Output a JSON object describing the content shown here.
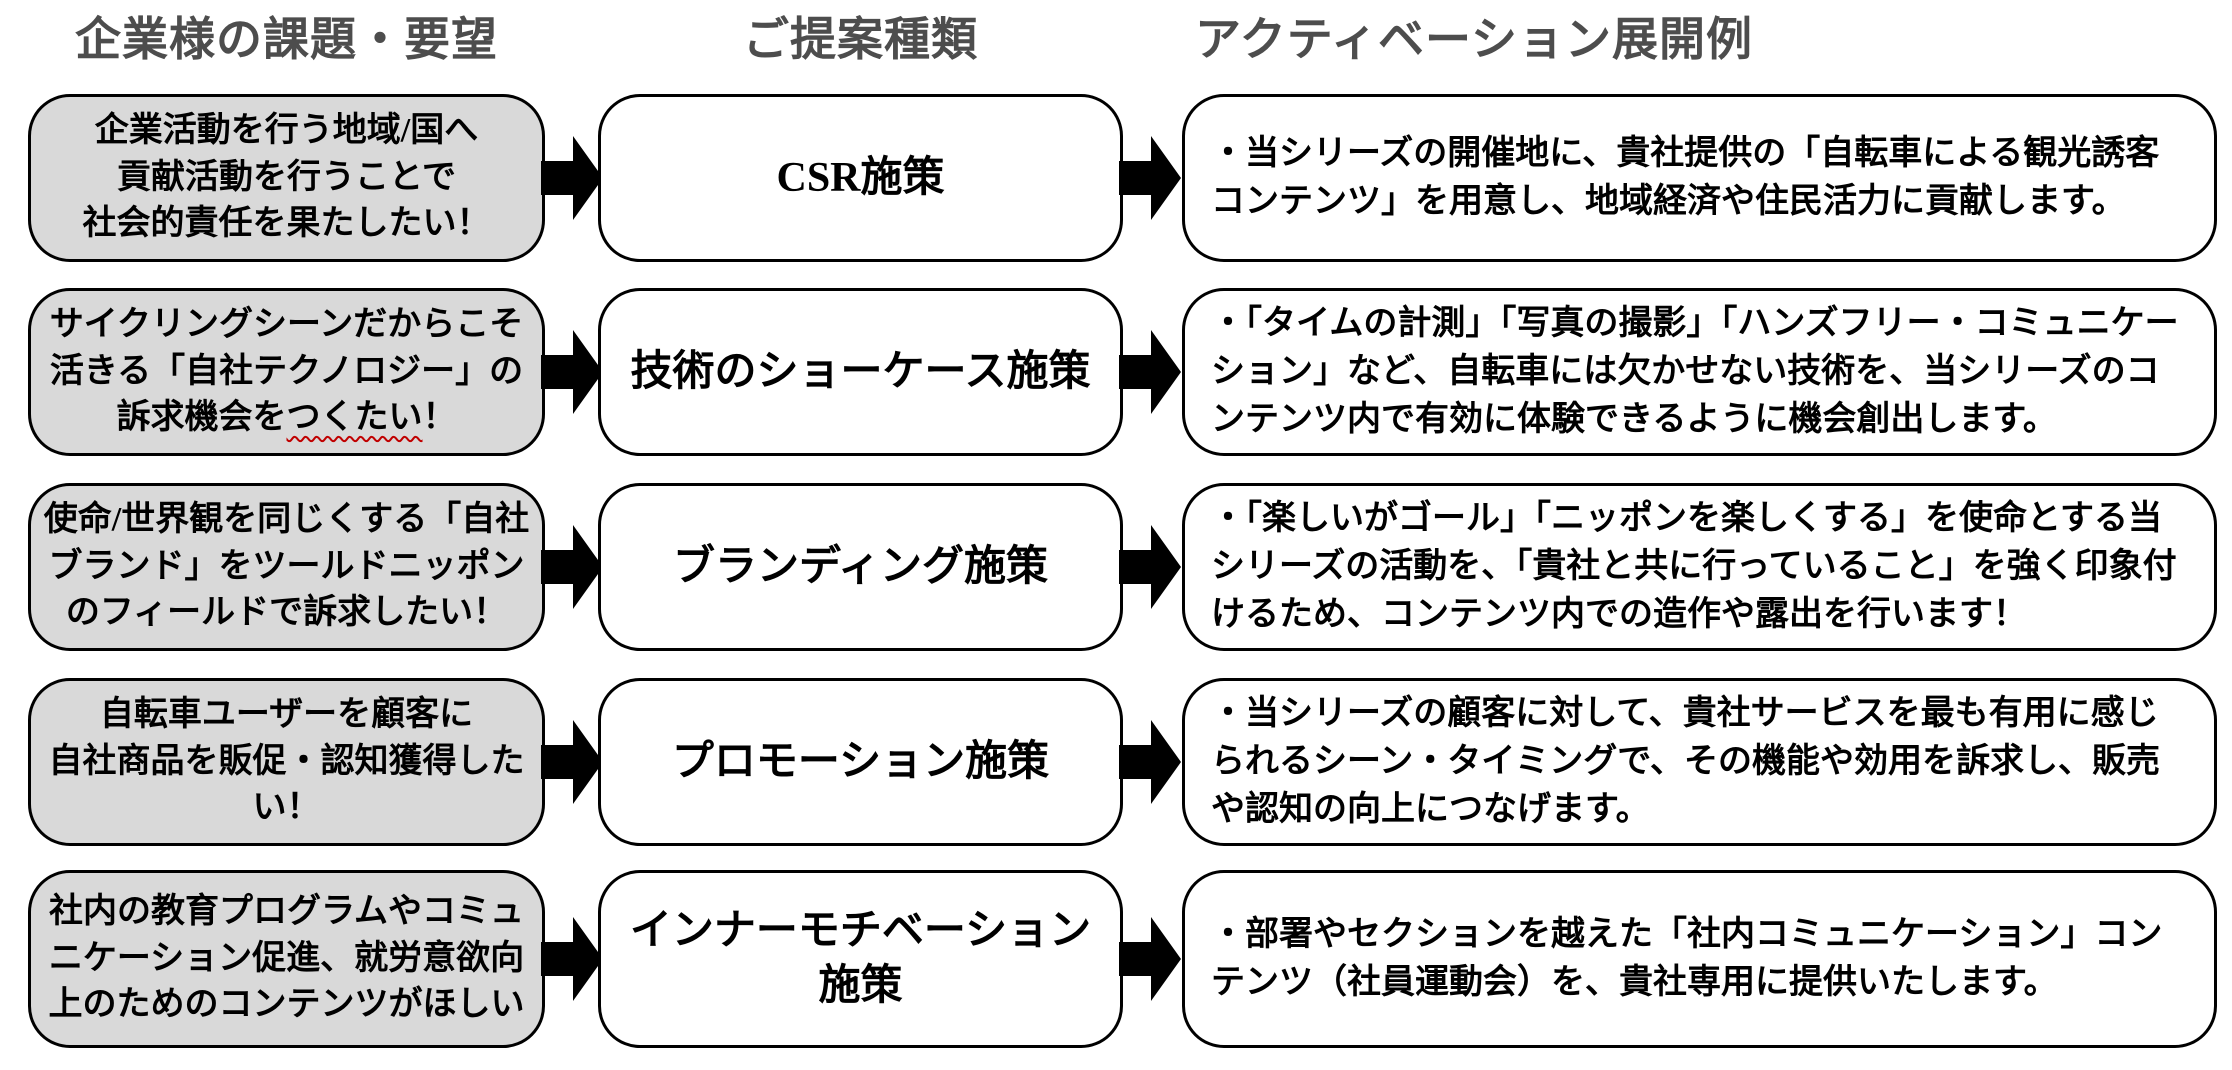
{
  "headers": {
    "issues": "企業様の課題・要望",
    "proposals": "ご提案種類",
    "activations": "アクティベーション展開例"
  },
  "rows": [
    {
      "issue": "企業活動を行う地域/国へ\n貢献活動を行うことで\n社会的責任を果たしたい！",
      "proposal": "CSR施策",
      "activation": "・当シリーズの開催地に、貴社提供の「自転車による観光誘客コンテンツ」を用意し、地域経済や住民活力に貢献します。"
    },
    {
      "issue_pre": "サイクリングシーンだからこそ\n活きる「自社テクノロジー」の\n訴求機会を",
      "issue_squiggle": "つくたい",
      "issue_post": "！",
      "proposal": "技術のショーケース施策",
      "activation": "・「タイムの計測」「写真の撮影」「ハンズフリー・コミュニケーション」など、自転車には欠かせない技術を、当シリーズのコンテンツ内で有効に体験できるように機会創出します。"
    },
    {
      "issue": "使命/世界観を同じくする「自社ブランド」をツールドニッポンのフィールドで訴求したい！",
      "proposal": "ブランディング施策",
      "activation": "・「楽しいがゴール」「ニッポンを楽しくする」を使命とする当シリーズの活動を、「貴社と共に行っていること」を強く印象付けるため、コンテンツ内での造作や露出を行います！"
    },
    {
      "issue": "自転車ユーザーを顧客に\n自社商品を販促・認知獲得したい！",
      "proposal": "プロモーション施策",
      "activation": "・当シリーズの顧客に対して、貴社サービスを最も有用に感じられるシーン・タイミングで、その機能や効用を訴求し、販売や認知の向上につなげます。"
    },
    {
      "issue": "社内の教育プログラムやコミュニケーション促進、就労意欲向上のためのコンテンツがほしい",
      "proposal": "インナーモチベーション\n施策",
      "activation": "・部署やセクションを越えた「社内コミュニケーション」コンテンツ（社員運動会）を、貴社専用に提供いたします。"
    }
  ],
  "colors": {
    "issue_box_fill": "#d9d9d9",
    "box_fill": "#ffffff",
    "border": "#000000",
    "header_text": "#4d4d4d",
    "body_text": "#000000",
    "spellcheck_squiggle": "#c00000",
    "arrow": "#000000"
  }
}
